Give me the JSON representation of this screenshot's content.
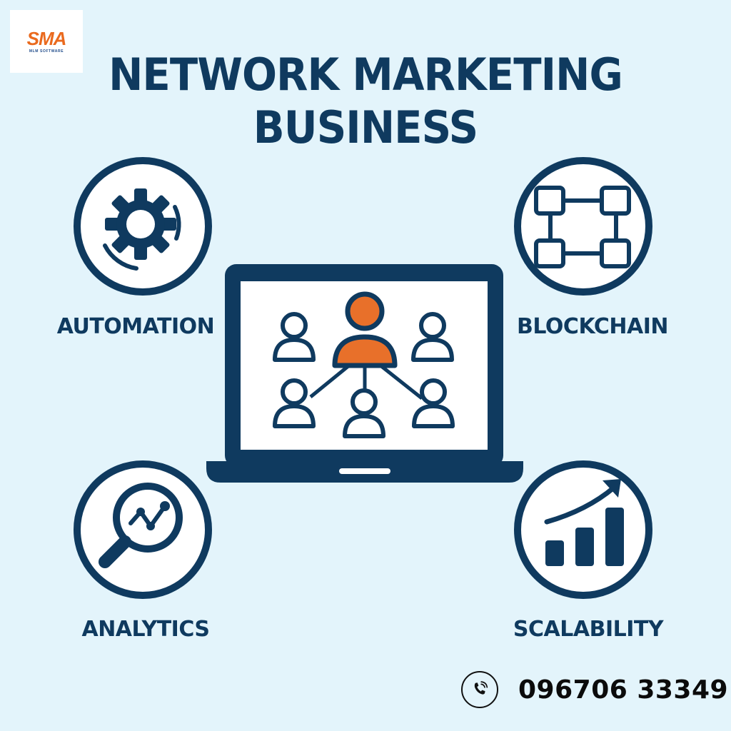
{
  "logo": {
    "mark": "SMA",
    "subtitle": "MLM SOFTWARE",
    "colors": {
      "mark": "#ea6a1e",
      "subtitle": "#1f4b8a"
    }
  },
  "title": {
    "line1": "NETWORK MARKETING",
    "line2": "BUSINESS"
  },
  "features": [
    {
      "label": "AUTOMATION",
      "icon": "gear-icon"
    },
    {
      "label": "BLOCKCHAIN",
      "icon": "blockchain-icon"
    },
    {
      "label": "ANALYTICS",
      "icon": "magnifier-chart-icon"
    },
    {
      "label": "SCALABILITY",
      "icon": "growth-bars-icon"
    }
  ],
  "center": {
    "icon": "laptop-network-icon",
    "highlight_color": "#e8702a"
  },
  "contact": {
    "icon": "phone-icon",
    "phone": "096706 33349"
  },
  "colors": {
    "primary": "#0f3a5f",
    "background": "#e3f4fb",
    "accent": "#e8702a"
  }
}
